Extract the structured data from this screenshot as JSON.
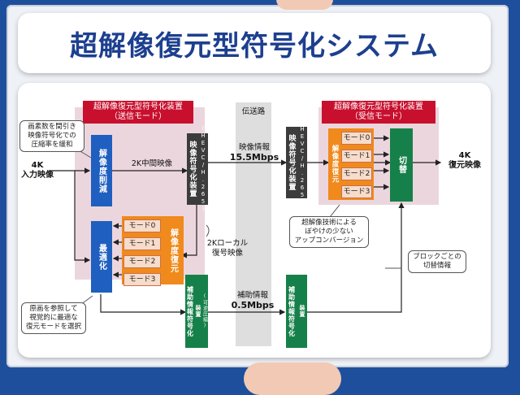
{
  "title": "超解像復元型符号化システム",
  "sender": {
    "header_line1": "超解像復元型符号化装置",
    "header_line2": "（送信モード）",
    "reduce_block": "解像度削減",
    "optimize_block": "最適化",
    "restore_block": "解像度復元",
    "modes": [
      "モード0",
      "モード1",
      "モード2",
      "モード3"
    ]
  },
  "transmission": {
    "label": "伝送路",
    "video_info_label": "映像情報",
    "video_rate": "15.5Mbps",
    "aux_info_label": "補助情報",
    "aux_rate": "0.5Mbps"
  },
  "receiver": {
    "header_line1": "超解像復元型符号化装置",
    "header_line2": "（受信モード）",
    "restore_block": "解像度復元",
    "modes": [
      "モード0",
      "モード1",
      "モード2",
      "モード3"
    ],
    "switch_block": "切替"
  },
  "blocks": {
    "video_encoder": "映像符号化装置",
    "video_encoder_codec": "(HEVC/H.265)",
    "video_decoder": "映像符号化装置",
    "video_decoder_codec": "(HEVC/H.265)",
    "aux_encoder": "補助情報符号化",
    "aux_encoder_sub": "装置",
    "aux_encoder_note": "(可逆圧縮)",
    "aux_decoder": "補助情報符号化",
    "aux_decoder_sub": "装置"
  },
  "labels": {
    "input_line1": "4K",
    "input_line2": "入力映像",
    "intermediate": "2K中間映像",
    "local_line1": "2Kローカル",
    "local_line2": "復号映像",
    "output_line1": "4K",
    "output_line2": "復元映像"
  },
  "callouts": {
    "pixel_reduce": [
      "画素数を間引き",
      "映像符号化での",
      "圧縮率を緩和"
    ],
    "select_mode": [
      "原画を参照して",
      "視覚的に最適な",
      "復元モードを選択"
    ],
    "upconvert": [
      "超解像技術による",
      "ぼやけの少ない",
      "アップコンバージョン"
    ],
    "block_switch": [
      "ブロックごとの",
      "切替情報"
    ]
  },
  "colors": {
    "background_blue": "#1e4f9c",
    "title_blue": "#1d3f8f",
    "header_red": "#c8102e",
    "block_blue": "#1f5fbf",
    "block_green": "#16804a",
    "block_dark": "#3c3c3c",
    "block_orange": "#f08a1c",
    "panel_pink": "#ecd6de"
  }
}
